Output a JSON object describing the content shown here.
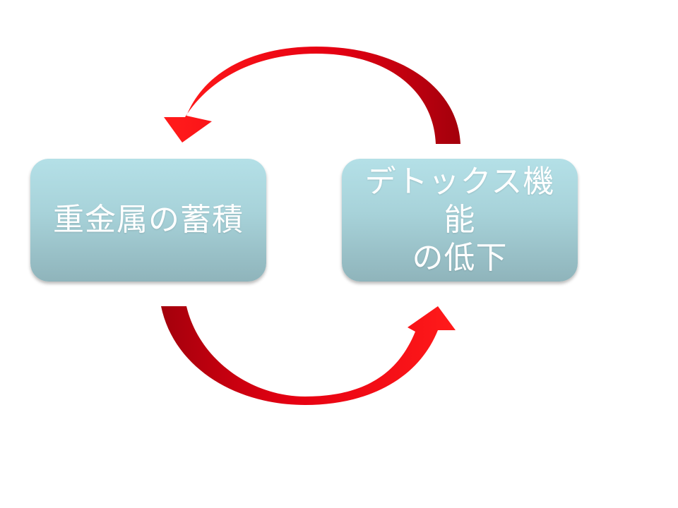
{
  "diagram": {
    "type": "cycle",
    "nodes": [
      {
        "id": "heavy-metal-accumulation",
        "label": "重金属の蓄積"
      },
      {
        "id": "detox-function-decline",
        "label": "デトックス機能\nの低下"
      }
    ],
    "edges": [
      {
        "from": "detox-function-decline",
        "to": "heavy-metal-accumulation",
        "route": "top"
      },
      {
        "from": "heavy-metal-accumulation",
        "to": "detox-function-decline",
        "route": "bottom"
      }
    ],
    "colors": {
      "arrow": "#e60012",
      "arrow_dark": "#a4000c",
      "node_top": "#b4e0e7",
      "node_bottom": "#8fb4bb",
      "node_text": "#ffffff"
    }
  }
}
